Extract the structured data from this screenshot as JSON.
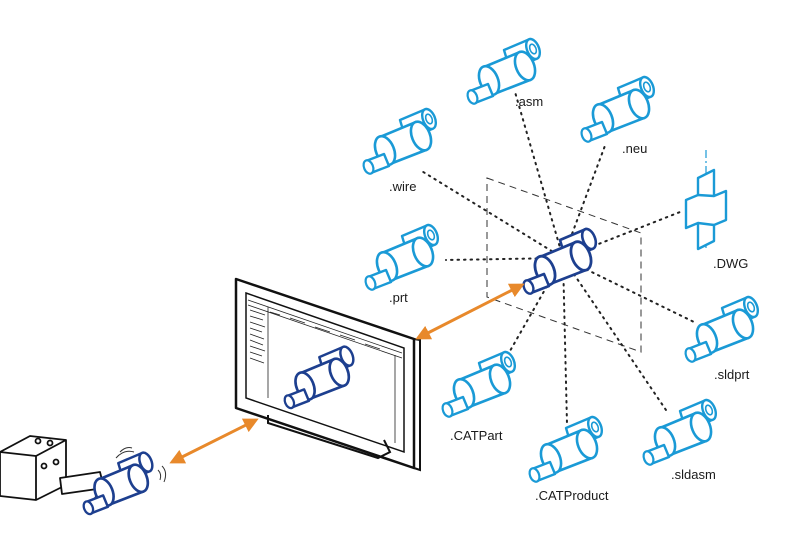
{
  "formats": [
    ".asm",
    ".neu",
    ".wire",
    ".DWG",
    ".prt",
    ".sldprt",
    ".CATPart",
    ".sldasm",
    ".CATProduct"
  ],
  "icons": {
    "part": "cylinder-part-icon",
    "drawing": "drawing-plane-icon",
    "monitor": "monitor-icon",
    "machine": "cnc-fixture-icon"
  },
  "colors": {
    "part_outline": "#1a9ad6",
    "central_part_outline": "#1d3f8f",
    "arrow": "#e8892b",
    "lines": "#222222"
  }
}
